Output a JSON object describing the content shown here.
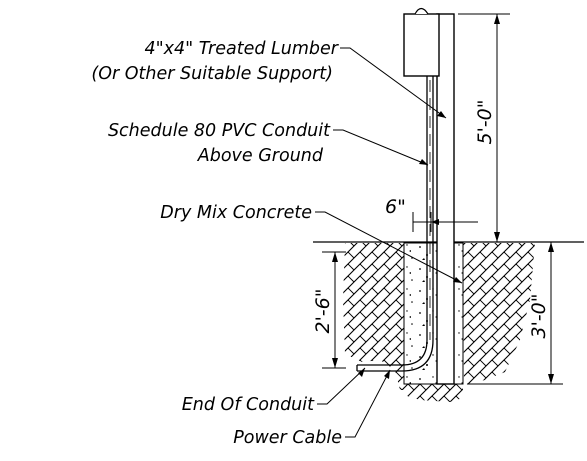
{
  "labels": {
    "lumber_line1": "4\"x4\" Treated Lumber",
    "lumber_line2": "(Or Other Suitable Support)",
    "conduit_line1": "Schedule 80 PVC Conduit",
    "conduit_line2": "Above Ground",
    "concrete": "Dry Mix Concrete",
    "end_conduit": "End Of Conduit",
    "power_cable": "Power Cable"
  },
  "dimensions": {
    "offset": "6\"",
    "above_ground": "5'-0\"",
    "conduit_depth": "2'-6\"",
    "post_depth": "3'-0\""
  }
}
